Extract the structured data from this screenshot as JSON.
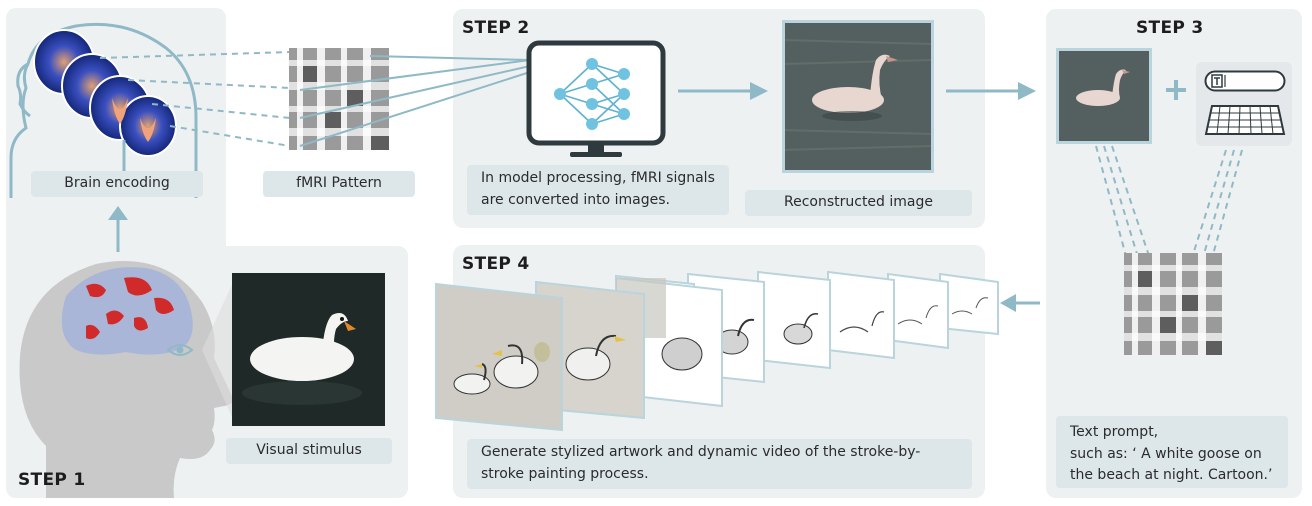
{
  "step1": {
    "title": "STEP 1",
    "brain_label": "Brain encoding",
    "stimulus_label": "Visual stimulus"
  },
  "fmri": {
    "label": "fMRI Pattern"
  },
  "step2": {
    "title": "STEP 2",
    "processing_text": "In model processing, fMRI signals are converted into images.",
    "reconstructed_label": "Reconstructed image"
  },
  "step3": {
    "title": "STEP 3",
    "prompt_lines": [
      "Text prompt,",
      "such as: ‘ A white goose on",
      "the beach at night. Cartoon.’"
    ]
  },
  "step4": {
    "title": "STEP 4",
    "caption_lines": [
      "Generate stylized artwork and dynamic video of the stroke-by-",
      "stroke painting process."
    ]
  },
  "colors": {
    "accent": "#8fb9c6",
    "panel": "#eef1f1",
    "label_bg": "#dde7ea",
    "silhouette": "#c9c9c9"
  },
  "icons": [
    "head-silhouette-icon",
    "neural-network-monitor-icon",
    "keyboard-icon",
    "text-field-icon",
    "eye-icon",
    "plus-icon"
  ]
}
